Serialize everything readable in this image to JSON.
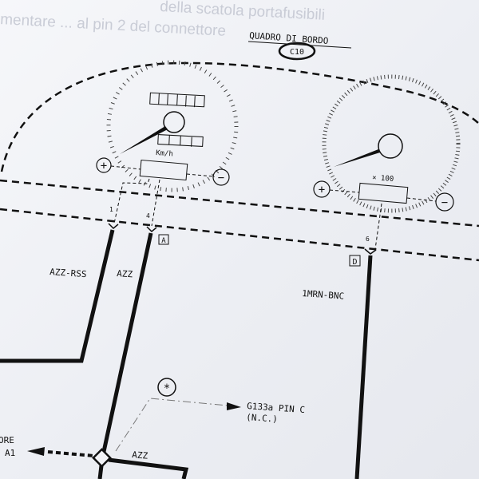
{
  "background_ghost_text": [
    "della scatola portafusibili",
    "mentare ... al pin 2 del connettore"
  ],
  "title": "QUADRO DI BORDO",
  "connector_id": "C10",
  "speedometer": {
    "unit_label": "Km/h",
    "plus_symbol": "+",
    "minus_symbol": "−"
  },
  "tachometer": {
    "scale_label": "× 100",
    "plus_symbol": "+",
    "minus_symbol": "−"
  },
  "pins": {
    "pin1": "1",
    "pin4": "4",
    "pin6": "6"
  },
  "connector_tags": {
    "a": "A",
    "d": "D"
  },
  "wire_labels": {
    "azz_rss": "AZZ-RSS",
    "azz": "AZZ",
    "mrn_bnc": "1MRN-BNC",
    "azz_bottom": "AZZ"
  },
  "note_symbol": "*",
  "note_target": {
    "line1": "G133a PIN C",
    "line2": "(N.C.)"
  },
  "left_ref": {
    "line1": "ORE",
    "line2": "A1"
  },
  "colors": {
    "ink": "#111111",
    "paper": "#f2f3f7",
    "ghost": "#c9ccd6"
  }
}
